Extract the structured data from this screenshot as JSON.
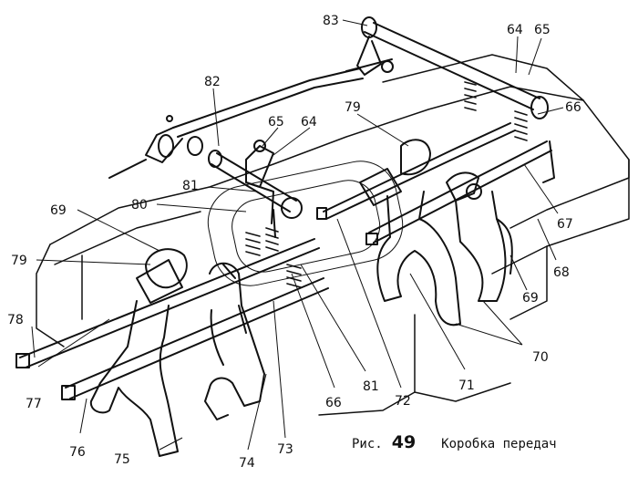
{
  "figure": {
    "part_labels": [
      "83",
      "64",
      "65",
      "82",
      "65",
      "64",
      "79",
      "66",
      "81",
      "80",
      "69",
      "79",
      "78",
      "77",
      "76",
      "75",
      "74",
      "73",
      "66",
      "81",
      "72",
      "71",
      "70",
      "69",
      "68",
      "67"
    ],
    "caption": {
      "prefix": "Рис.",
      "number": "49",
      "title": "Коробка передач"
    }
  }
}
